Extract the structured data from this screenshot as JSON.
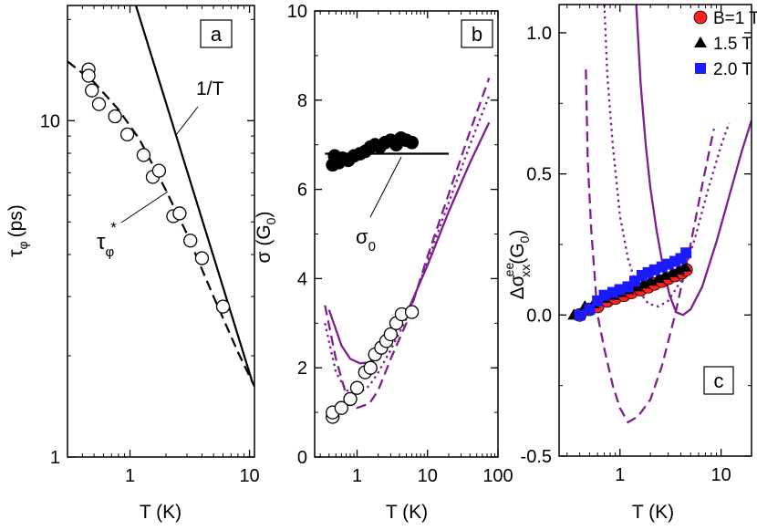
{
  "chart_data": [
    {
      "panel": "a",
      "type": "scatter",
      "xlabel": "T (K)",
      "ylabel_main": "τ",
      "ylabel_sub": "φ",
      "ylabel_unit": "(ps)",
      "xscale": "log",
      "yscale": "log",
      "xlim": [
        0.3,
        11
      ],
      "ylim": [
        1,
        22
      ],
      "xticks": [
        {
          "v": 1,
          "label": "1"
        },
        {
          "v": 10,
          "label": "10"
        }
      ],
      "yticks": [
        {
          "v": 1,
          "label": "1"
        },
        {
          "v": 10,
          "label": "10"
        }
      ],
      "series": [
        {
          "kind": "points",
          "marker": "open-circle",
          "x": [
            0.45,
            0.45,
            0.48,
            0.55,
            0.75,
            0.95,
            1.3,
            1.55,
            1.75,
            2.3,
            2.6,
            3.2,
            4.0,
            6.0
          ],
          "y": [
            14.2,
            13.6,
            12.3,
            11.2,
            10.3,
            9.1,
            7.9,
            6.8,
            7.1,
            5.2,
            5.3,
            4.4,
            3.9,
            2.8
          ]
        },
        {
          "kind": "line",
          "style": "solid",
          "color": "#000000",
          "x": [
            1.12,
            10.5
          ],
          "y": [
            22,
            1.68
          ]
        },
        {
          "kind": "line",
          "style": "dashed",
          "color": "#000000",
          "x": [
            0.3,
            0.5,
            0.8,
            1.2,
            2.0,
            3.0,
            5.0,
            8.0,
            11.0
          ],
          "y": [
            15.0,
            13.0,
            10.8,
            8.8,
            6.2,
            4.6,
            3.0,
            2.05,
            1.62
          ]
        }
      ],
      "panel_label": "a",
      "annotations": [
        {
          "text": "1/T"
        },
        {
          "text": "τ",
          "sub": "φ",
          "sup": "*"
        }
      ]
    },
    {
      "panel": "b",
      "type": "scatter",
      "xlabel": "T (K)",
      "ylabel_main": "σ (G",
      "ylabel_sub": "0",
      "ylabel_close": ")",
      "xscale": "log",
      "yscale": "linear",
      "xlim": [
        0.25,
        100
      ],
      "ylim": [
        0,
        10
      ],
      "xticks": [
        {
          "v": 1,
          "label": "1"
        },
        {
          "v": 10,
          "label": "10"
        },
        {
          "v": 100,
          "label": "100"
        }
      ],
      "yticks": [
        0,
        2,
        4,
        6,
        8,
        10
      ],
      "series": [
        {
          "kind": "points",
          "marker": "filled-circle",
          "x": [
            0.45,
            0.48,
            0.55,
            0.62,
            0.75,
            0.9,
            1.1,
            1.3,
            1.55,
            1.8,
            2.1,
            2.5,
            3.0,
            3.6,
            4.2,
            5.0,
            6.0
          ],
          "y": [
            6.55,
            6.75,
            6.6,
            6.7,
            6.65,
            6.75,
            6.8,
            6.85,
            6.95,
            7.0,
            6.95,
            7.05,
            7.1,
            7.0,
            7.15,
            7.1,
            7.05
          ]
        },
        {
          "kind": "line",
          "style": "solid",
          "color": "#000000",
          "x": [
            0.35,
            20.0
          ],
          "y": [
            6.8,
            6.8
          ]
        },
        {
          "kind": "points",
          "marker": "open-circle",
          "x": [
            0.45,
            0.45,
            0.6,
            0.8,
            1.0,
            1.3,
            1.55,
            1.8,
            2.2,
            2.6,
            3.0,
            3.6,
            4.3,
            6.0
          ],
          "y": [
            0.9,
            1.0,
            1.1,
            1.3,
            1.55,
            1.9,
            2.0,
            2.3,
            2.45,
            2.6,
            2.75,
            3.0,
            3.2,
            3.25
          ]
        },
        {
          "kind": "line",
          "style": "solid",
          "color": "#7f1f8f",
          "x": [
            0.4,
            0.6,
            0.8,
            1.1,
            1.5,
            2.0,
            3.0,
            5.0,
            10.0,
            20.0,
            40.0,
            75.0
          ],
          "y": [
            3.3,
            2.5,
            2.2,
            2.1,
            2.12,
            2.3,
            2.7,
            3.2,
            4.3,
            5.5,
            6.6,
            7.5
          ]
        },
        {
          "kind": "line",
          "style": "dotted",
          "color": "#7f1f8f",
          "x": [
            0.35,
            0.5,
            0.7,
            1.0,
            1.5,
            2.0,
            3.0,
            5.0,
            10.0,
            20.0,
            40.0,
            75.0
          ],
          "y": [
            3.0,
            1.9,
            1.5,
            1.4,
            1.6,
            1.9,
            2.4,
            3.1,
            4.4,
            5.7,
            7.0,
            8.1
          ]
        },
        {
          "kind": "line",
          "style": "dashed",
          "color": "#7f1f8f",
          "x": [
            0.35,
            0.5,
            0.7,
            1.0,
            1.5,
            2.0,
            3.0,
            5.0,
            10.0,
            20.0,
            40.0,
            75.0
          ],
          "y": [
            3.4,
            2.2,
            1.4,
            1.1,
            1.2,
            1.5,
            2.2,
            3.0,
            4.5,
            5.9,
            7.3,
            8.5
          ]
        }
      ],
      "panel_label": "b",
      "annotations": [
        {
          "text": "σ",
          "sub": "0"
        }
      ]
    },
    {
      "panel": "c",
      "type": "scatter",
      "xlabel": "T (K)",
      "ylabel_main": "Δσ",
      "ylabel_sup": "ee",
      "ylabel_sub": "xx",
      "ylabel_unit": "(G",
      "ylabel_unit_sub": "0",
      "ylabel_close": ")",
      "xscale": "log",
      "yscale": "linear",
      "xlim": [
        0.25,
        20
      ],
      "ylim": [
        -0.5,
        1.1
      ],
      "xticks": [
        {
          "v": 1,
          "label": "1"
        },
        {
          "v": 10,
          "label": "10"
        }
      ],
      "yticks": [
        {
          "v": -0.5,
          "label": "-0.5"
        },
        {
          "v": 0.0,
          "label": "0.0"
        },
        {
          "v": 0.5,
          "label": "0.5"
        },
        {
          "v": 1.0,
          "label": "1.0"
        }
      ],
      "legend_position": "top-right",
      "series": [
        {
          "name": "B=1 T",
          "kind": "points",
          "marker": "filled-circle",
          "color": "#ff2020",
          "x": [
            0.4,
            0.5,
            0.6,
            0.75,
            0.9,
            1.1,
            1.3,
            1.6,
            1.9,
            2.2,
            2.6,
            3.0,
            3.5,
            4.1,
            4.5
          ],
          "y": [
            0.0,
            0.02,
            0.03,
            0.05,
            0.06,
            0.07,
            0.08,
            0.09,
            0.1,
            0.11,
            0.12,
            0.13,
            0.14,
            0.15,
            0.16
          ]
        },
        {
          "name": "1.5 T",
          "kind": "points",
          "marker": "filled-triangle",
          "color": "#000000",
          "x": [
            0.35,
            0.45,
            0.55,
            0.7,
            0.85,
            1.0,
            1.2,
            1.45,
            1.7,
            2.0,
            2.4,
            2.8,
            3.3,
            3.8,
            4.4
          ],
          "y": [
            0.0,
            0.03,
            0.04,
            0.06,
            0.07,
            0.08,
            0.09,
            0.1,
            0.11,
            0.12,
            0.13,
            0.14,
            0.15,
            0.16,
            0.17
          ]
        },
        {
          "name": "2.0 T",
          "kind": "points",
          "marker": "filled-square",
          "color": "#1a1aff",
          "x": [
            0.4,
            0.5,
            0.6,
            0.7,
            0.85,
            1.0,
            1.2,
            1.4,
            1.65,
            1.9,
            2.2,
            2.6,
            3.0,
            3.5,
            4.0,
            4.5
          ],
          "y": [
            0.0,
            0.02,
            0.05,
            0.07,
            0.08,
            0.09,
            0.1,
            0.12,
            0.14,
            0.15,
            0.16,
            0.17,
            0.18,
            0.19,
            0.2,
            0.22
          ]
        },
        {
          "kind": "line",
          "style": "solid",
          "color": "#7f1f8f",
          "x": [
            1.45,
            1.6,
            1.8,
            2.0,
            2.3,
            2.7,
            3.1,
            3.6,
            4.2,
            5.0,
            6.5,
            9.0,
            12.0,
            16.0,
            20.0
          ],
          "y": [
            1.1,
            0.82,
            0.6,
            0.45,
            0.3,
            0.16,
            0.07,
            0.01,
            0.0,
            0.02,
            0.1,
            0.26,
            0.42,
            0.58,
            0.69
          ]
        },
        {
          "kind": "line",
          "style": "dotted",
          "color": "#7f1f8f",
          "x": [
            0.7,
            0.75,
            0.85,
            1.0,
            1.2,
            1.5,
            1.9,
            2.4,
            3.0,
            4.0,
            5.5,
            7.5,
            10.0,
            12.0
          ],
          "y": [
            1.1,
            0.85,
            0.6,
            0.35,
            0.2,
            0.09,
            0.04,
            0.03,
            0.05,
            0.12,
            0.27,
            0.45,
            0.6,
            0.68
          ]
        },
        {
          "kind": "line",
          "style": "dashed",
          "color": "#7f1f8f",
          "x": [
            0.46,
            0.48,
            0.52,
            0.6,
            0.7,
            0.85,
            1.0,
            1.2,
            1.5,
            2.0,
            2.6,
            3.5,
            4.8,
            6.5,
            8.5
          ],
          "y": [
            0.87,
            0.55,
            0.3,
            0.0,
            -0.12,
            -0.25,
            -0.33,
            -0.38,
            -0.36,
            -0.3,
            -0.18,
            0.0,
            0.22,
            0.46,
            0.66
          ]
        }
      ],
      "panel_label": "c"
    }
  ]
}
